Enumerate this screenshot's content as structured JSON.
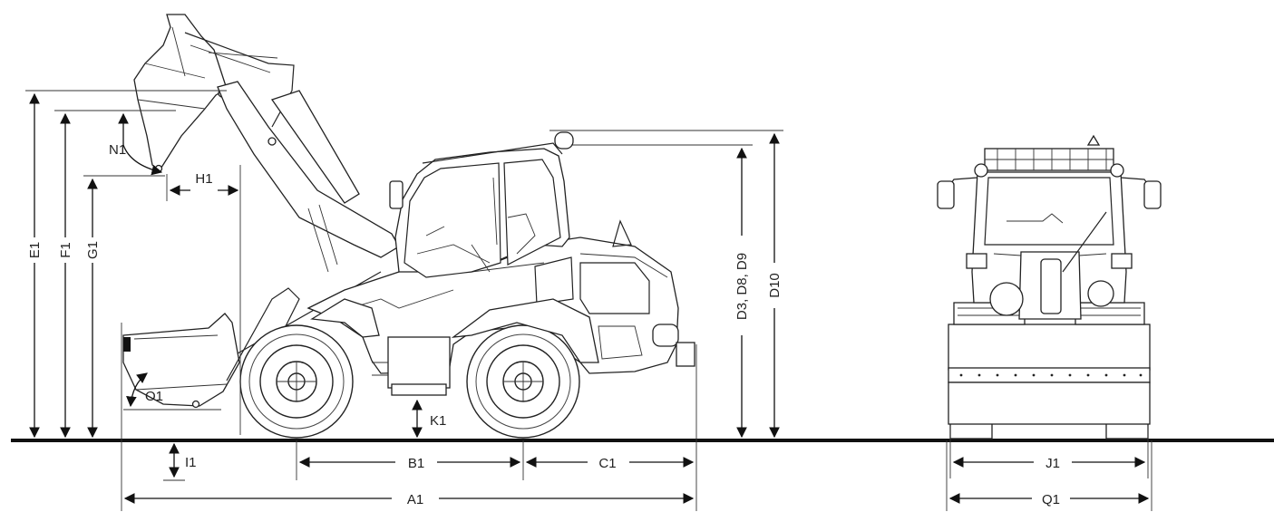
{
  "dimension_labels": {
    "E1": "E1",
    "F1": "F1",
    "G1": "G1",
    "N1": "N1",
    "H1": "H1",
    "O1": "O1",
    "K1": "K1",
    "I1": "I1",
    "B1": "B1",
    "C1": "C1",
    "A1": "A1",
    "D3": "D3, D8, D9",
    "D10": "D10",
    "J1": "J1",
    "Q1": "Q1"
  },
  "colors": {
    "line": "#111111",
    "background": "#ffffff"
  }
}
